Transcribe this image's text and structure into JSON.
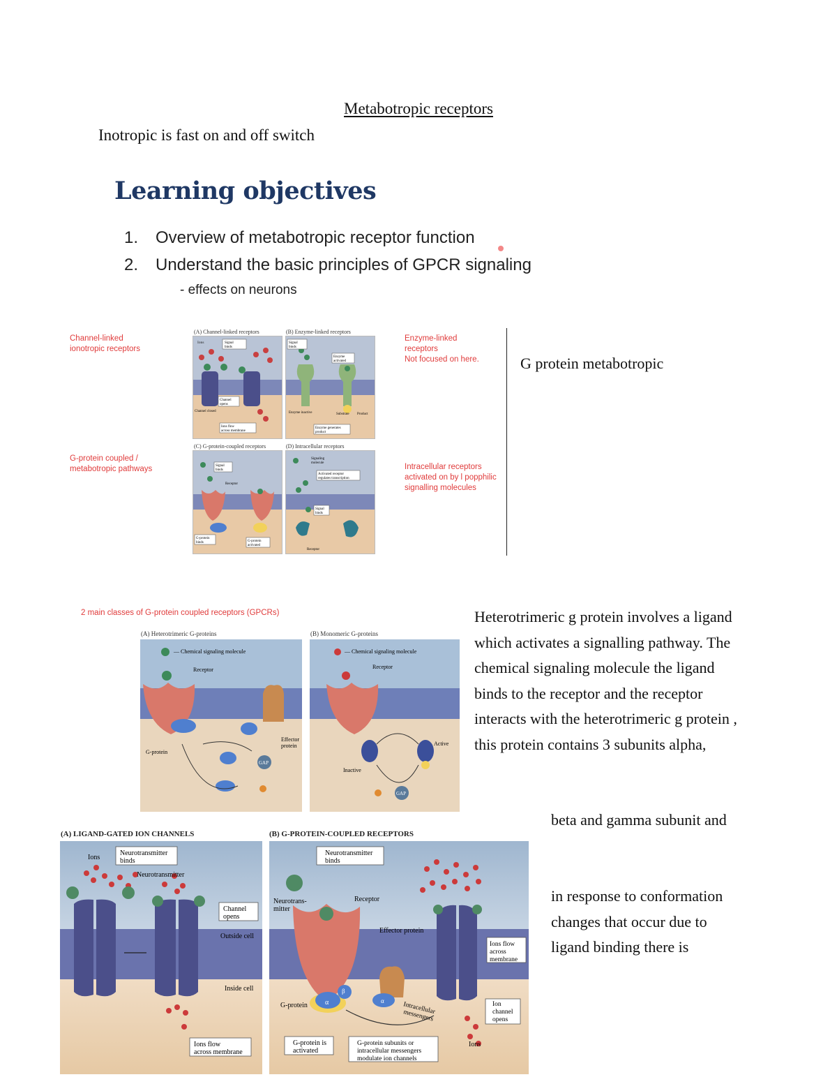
{
  "title": "Metabotropic receptors",
  "line1": "Inotropic is fast on and off switch",
  "learning_objectives": {
    "heading": "Learning objectives",
    "items": [
      {
        "num": "1.",
        "text": "Overview of metabotropic receptor function"
      },
      {
        "num": "2.",
        "text": "Understand the basic principles of GPCR signaling"
      }
    ],
    "sub": "- effects on neurons"
  },
  "figure1": {
    "notes": {
      "channel_linked": "Channel-linked\nionotropic receptors",
      "enzyme_linked": "Enzyme-linked\nreceptors\nNot focused on here.",
      "gprotein": "G-protein coupled /\nmetabotropic pathways",
      "intracellular": "Intracellular receptors\nactivated on by l popphilic\nsignalling molecules"
    },
    "panels": [
      {
        "caption": "(A) Channel-linked receptors",
        "labels": [
          "Ions",
          "Signal binds",
          "Channel opens",
          "Ions flow across membrane",
          "Channel closed"
        ]
      },
      {
        "caption": "(B) Enzyme-linked receptors",
        "labels": [
          "Signal binds",
          "Enzyme activated",
          "Enzyme inactive",
          "Substrate",
          "Product",
          "Enzyme generates product"
        ]
      },
      {
        "caption": "(C) G-protein-coupled receptors",
        "labels": [
          "Signal binds",
          "Receptor",
          "G-protein binds",
          "G-protein activated"
        ]
      },
      {
        "caption": "(D) Intracellular receptors",
        "labels": [
          "Signaling molecule",
          "Activated receptor regulates transcription",
          "Signal binds",
          "Receptor"
        ]
      }
    ]
  },
  "gp_label": "G protein metabotropic",
  "figure2": {
    "caption": "2 main classes of G-protein coupled receptors (GPCRs)",
    "panelA": {
      "caption": "(A) Heterotrimeric G-proteins",
      "labels": [
        "Chemical signaling molecule",
        "Receptor",
        "Effector protein",
        "G-protein",
        "GAP"
      ]
    },
    "panelB": {
      "caption": "(B) Monomeric G-proteins",
      "labels": [
        "Chemical signaling molecule",
        "Receptor",
        "Active",
        "Inactive",
        "GAP"
      ]
    }
  },
  "right_text": {
    "para1": "Heterotrimeric g protein involves a ligand which activates a signalling pathway. The chemical signaling molecule the ligand binds to the receptor and the receptor interacts with the heterotrimeric g protein , this protein contains 3 subunits alpha,",
    "para2": "beta and gamma subunit and",
    "para3": "in response to conformation changes that occur due to ligand binding there is"
  },
  "figure3": {
    "panelA": {
      "caption": "(A) LIGAND-GATED ION CHANNELS",
      "labels": [
        "Ions",
        "Neurotransmitter binds",
        "Neurotransmitter",
        "Channel opens",
        "Outside cell",
        "Inside cell",
        "Ions flow across membrane"
      ]
    },
    "panelB": {
      "caption": "(B) G-PROTEIN-COUPLED RECEPTORS",
      "labels": [
        "Neurotransmitter binds",
        "Neurotrans-mitter",
        "Receptor",
        "Effector protein",
        "Ions flow across membrane",
        "G-protein",
        "Intracellular messengers",
        "Ion channel opens",
        "Ions",
        "G-protein is activated",
        "G-protein subunits or intracellular messengers modulate ion channels"
      ]
    }
  },
  "colors": {
    "heading_blue": "#1f3864",
    "note_red": "#e03b3b",
    "membrane_blue": "#5e6fa8",
    "receptor_pink": "#d9786a",
    "channel_purple": "#4b4f8a"
  }
}
